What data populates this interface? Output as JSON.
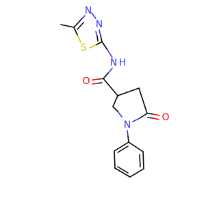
{
  "atoms": {
    "n_thiadiazole_top": "N",
    "n_thiadiazole_right": "N",
    "s_thiadiazole": "S",
    "n_amide": "N",
    "h_amide": "H",
    "o_amide": "O",
    "n_pyrrolidine": "N",
    "o_ketone": "O"
  },
  "colors": {
    "nitrogen": "#3333ff",
    "sulfur": "#cccc00",
    "oxygen": "#ff0000",
    "carbon": "#000000"
  }
}
